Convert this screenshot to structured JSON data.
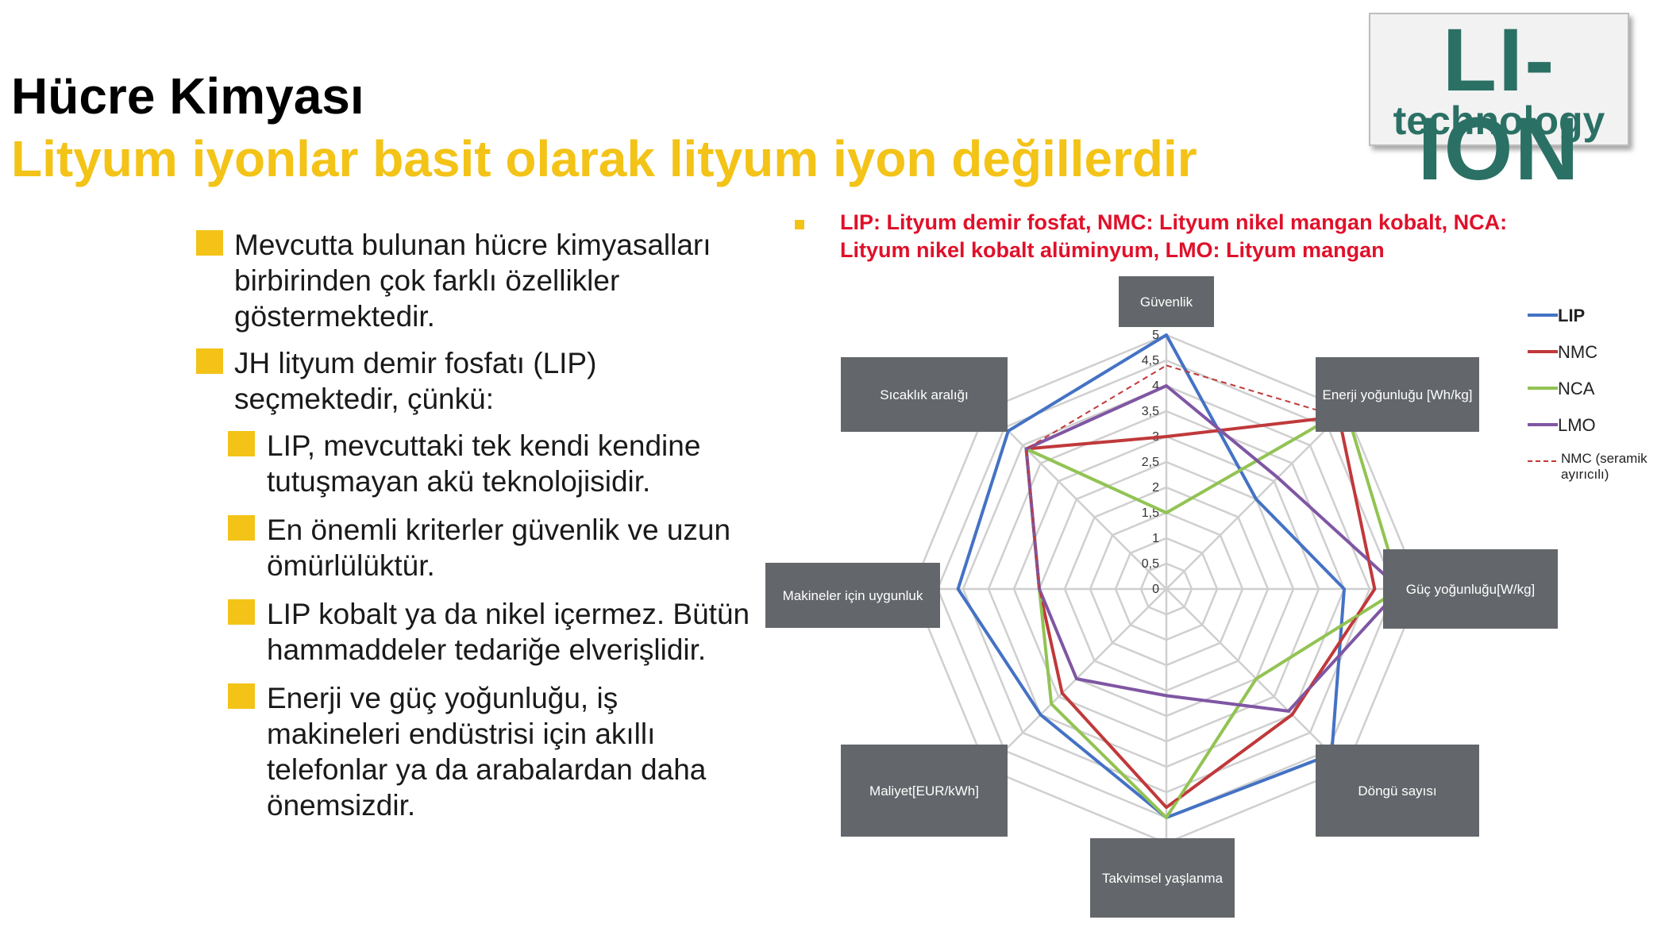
{
  "title": "Hücre Kimyası",
  "subtitle": "Lityum iyonlar basit olarak lityum iyon değillerdir",
  "logo": {
    "top": "LI-ION",
    "bottom": "technology"
  },
  "bullets": [
    {
      "level": 1,
      "text": "Mevcutta bulunan hücre kimyasalları birbirinden çok farklı özellikler göstermektedir."
    },
    {
      "level": 1,
      "text": "JH lityum demir fosfatı (LIP) seçmektedir, çünkü:"
    },
    {
      "level": 2,
      "text": "LIP, mevcuttaki tek kendi kendine tutuşmayan akü teknolojisidir."
    },
    {
      "level": 2,
      "text": "En önemli kriterler güvenlik ve uzun ömürlülüktür."
    },
    {
      "level": 2,
      "text": "LIP kobalt ya da nikel içermez. Bütün hammaddeler tedariğe elverişlidir."
    },
    {
      "level": 2,
      "text": "Enerji ve güç yoğunluğu, iş makineleri endüstrisi için akıllı telefonlar ya da arabalardan daha önemsizdir."
    }
  ],
  "chart_note": "LIP: Lityum demir fosfat, NMC: Lityum nikel mangan kobalt, NCA: Lityum nikel kobalt alüminyum, LMO: Lityum mangan",
  "colors": {
    "accent": "#f3c317",
    "note": "#e0102a",
    "label_box": "#63666a",
    "logo": "#2b7064"
  },
  "chart_data": {
    "type": "radar",
    "axes": [
      "Güvenlik",
      "Enerji yoğunluğu [Wh/kg]",
      "Güç yoğunluğu[W/kg]",
      "Döngü sayısı",
      "Takvimsel yaşlanma",
      "Maliyet[EUR/kWh]",
      "Makineler için uygunluk",
      "Sıcaklık aralığı"
    ],
    "ticks": [
      "0",
      "0,5",
      "1",
      "1,5",
      "2",
      "2,5",
      "3",
      "3,5",
      "4",
      "4,5",
      "5"
    ],
    "rlim": [
      0,
      5
    ],
    "series": [
      {
        "name": "LIP",
        "color": "#4472c4",
        "dashed": false,
        "values": [
          5,
          2.5,
          3.5,
          4.6,
          4.5,
          3.5,
          4.1,
          4.4
        ]
      },
      {
        "name": "NMC",
        "color": "#c0393b",
        "dashed": false,
        "values": [
          3,
          4.8,
          4.1,
          3.5,
          4.3,
          2.9,
          2.5,
          3.9
        ]
      },
      {
        "name": "NCA",
        "color": "#92c353",
        "dashed": false,
        "values": [
          1.5,
          5.0,
          4.6,
          2.5,
          4.5,
          3.2,
          2.5,
          3.9
        ]
      },
      {
        "name": "LMO",
        "color": "#7f56a3",
        "dashed": false,
        "values": [
          4,
          3.1,
          4.6,
          3.4,
          2.1,
          2.5,
          2.5,
          3.9
        ]
      },
      {
        "name": "NMC (seramik ayırıcılı)",
        "color": "#c0393b",
        "dashed": true,
        "values": [
          4.4,
          4.8,
          4.1,
          3.5,
          4.3,
          2.9,
          2.5,
          3.9
        ]
      }
    ],
    "legend": [
      "LIP",
      "NMC",
      "NCA",
      "LMO",
      "NMC (seramik ayırıcılı)"
    ],
    "legend_position": "right"
  }
}
